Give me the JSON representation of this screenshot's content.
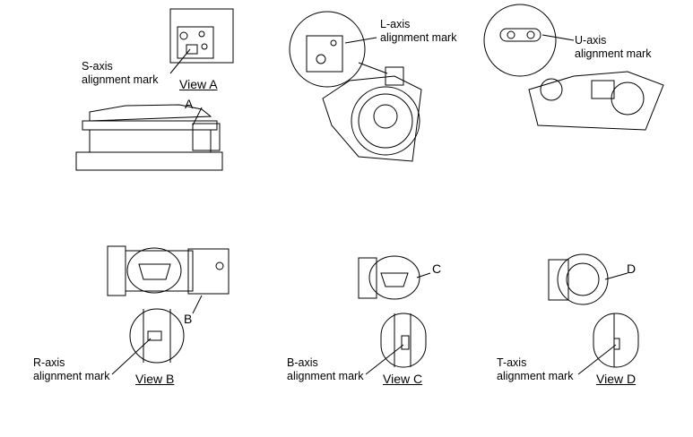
{
  "views": {
    "s_axis": {
      "label_line1": "S-axis",
      "label_line2": "alignment mark",
      "view": "View A",
      "letter": "A"
    },
    "l_axis": {
      "label_line1": "L-axis",
      "label_line2": "alignment mark"
    },
    "u_axis": {
      "label_line1": "U-axis",
      "label_line2": "alignment mark"
    },
    "r_axis": {
      "label_line1": "R-axis",
      "label_line2": "alignment mark",
      "view": "View B",
      "letter": "B"
    },
    "b_axis": {
      "label_line1": "B-axis",
      "label_line2": "alignment mark",
      "view": "View C",
      "letter": "C"
    },
    "t_axis": {
      "label_line1": "T-axis",
      "label_line2": "alignment mark",
      "view": "View D",
      "letter": "D"
    }
  }
}
